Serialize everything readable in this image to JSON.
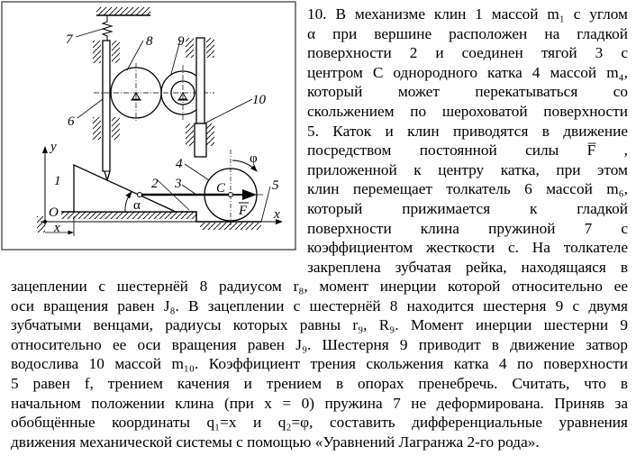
{
  "problem": {
    "column_lines": [
      "10. В механизме клин 1 массой m₁ с углом",
      "α  при вершине расположен на гладкой",
      "поверхности 2 и соединен тягой 3 с",
      "центром C однородного катка 4 массой m₄,",
      "который может перекатываться со",
      "скольжением по шероховатой поверхности",
      "5. Каток и клин приводятся в движение",
      "посредством постоянной силы F̅ ,",
      "приложенной к центру катка, при этом",
      "клин перемещает толкатель 6 массой m₆,",
      "который прижимается к гладкой",
      "поверхности клина пружиной 7 с",
      "коэффициентом жесткости c. На толкателе",
      "закреплена зубчатая рейка, находящаяся в"
    ],
    "full_lines": [
      "зацеплении с шестернёй 8 радиусом r₈, момент инерции которой относительно ее",
      "оси вращения равен J₈. В зацеплении с шестернёй 8 находится шестерня 9 с двумя",
      "зубчатыми венцами, радиусы которых равны r₉, R₉. Момент инерции шестерни 9",
      "относительно ее оси вращения равен J₉. Шестерня 9 приводит в движение затвор",
      "водослива 10 массой m₁₀. Коэффициент трения скольжения катка 4 по поверхности",
      "5 равен f, трением качения и трением в опорах пренебречь. Считать, что в",
      "начальном положении клина (при x = 0) пружина 7 не деформирована. Приняв за",
      "обобщённые координаты q₁=x и q₂=φ, составить дифференциальные уравнения",
      "движения механической системы с помощью «Уравнений Лагранжа 2-го рода»."
    ]
  },
  "figure": {
    "labels": {
      "n1": "1",
      "n2": "2",
      "n3": "3",
      "n4": "4",
      "n5": "5",
      "n6": "6",
      "n7": "7",
      "n8": "8",
      "n9": "9",
      "n10": "10",
      "y": "y",
      "x_axis": "x",
      "x_dim": "x",
      "origin": "O",
      "center": "C",
      "force": "F",
      "alpha": "α",
      "phi": "φ"
    }
  }
}
